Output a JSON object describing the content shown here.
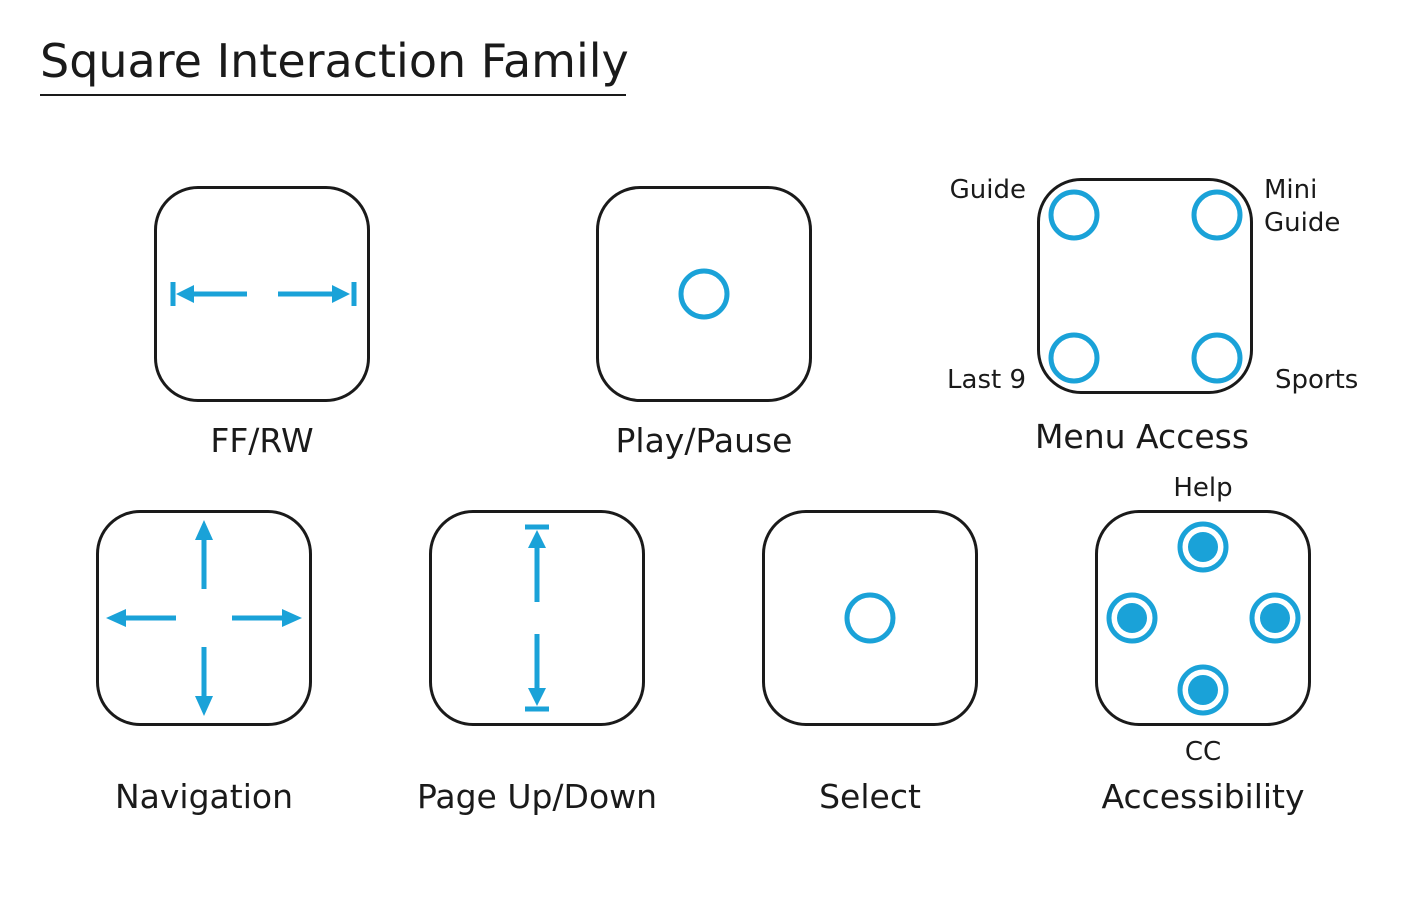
{
  "title": "Square Interaction Family",
  "accent_color": "#1aa2d8",
  "gestures": {
    "ff_rw": {
      "label": "FF/RW",
      "icon": "double-arrow-horizontal"
    },
    "play_pause": {
      "label": "Play/Pause",
      "icon": "tap-circle"
    },
    "menu_access": {
      "label": "Menu Access",
      "corners": {
        "top_left": "Guide",
        "top_right_line1": "Mini",
        "top_right_line2": "Guide",
        "bottom_left": "Last 9",
        "bottom_right": "Sports"
      }
    },
    "navigation": {
      "label": "Navigation",
      "icon": "four-way-arrows"
    },
    "page_up_down": {
      "label": "Page Up/Down",
      "icon": "double-arrow-vertical"
    },
    "select": {
      "label": "Select",
      "icon": "tap-circle"
    },
    "accessibility": {
      "label": "Accessibility",
      "top": "Help",
      "bottom": "CC"
    }
  }
}
